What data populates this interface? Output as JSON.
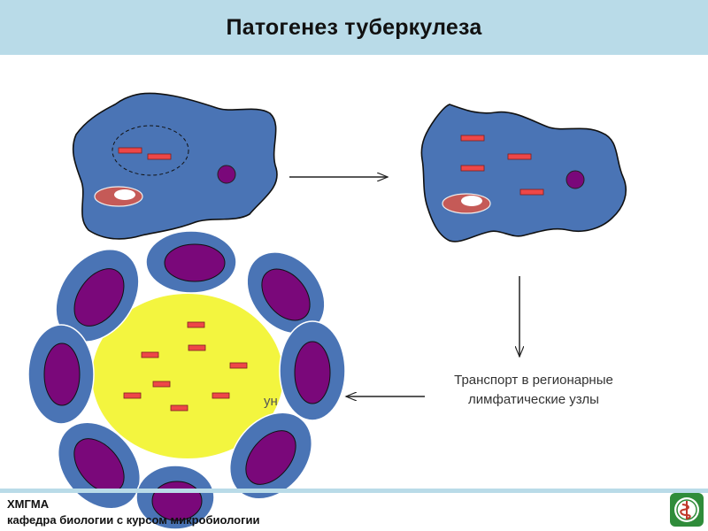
{
  "title": "Патогенез туберкулеза",
  "caption": {
    "line1": "Транспорт в регионарные",
    "line2": "лимфатические узлы"
  },
  "hidden_fragment": "ун",
  "footer": {
    "org": "ХМГМА",
    "department": "кафедра биологии с курсом микробиологии"
  },
  "colors": {
    "title_bar": "#b9dbe8",
    "cell_fill": "#4a74b5",
    "nucleus": "#7a087a",
    "bacterium": "#ee4747",
    "vacuole": "#c55a57",
    "granuloma_core": "#f3f53f"
  },
  "icons": {
    "logo": "medical-snake-emblem-icon"
  }
}
